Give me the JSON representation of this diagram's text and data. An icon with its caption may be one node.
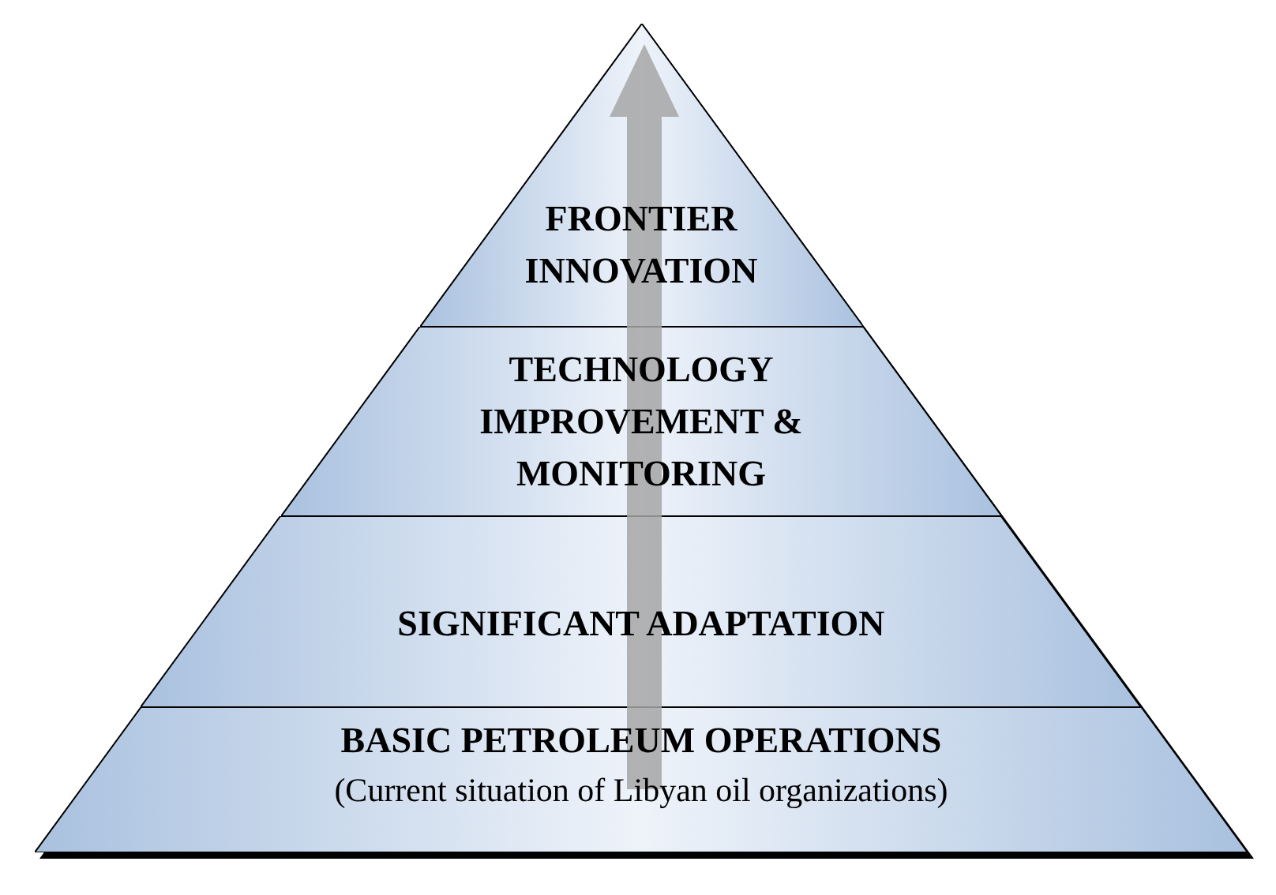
{
  "diagram": {
    "nodes": [
      {
        "text": [
          "FRONTIER INNOVATION"
        ]
      },
      {
        "text": [
          "TECHNOLOGY IMPROVEMENT & MONITORING"
        ]
      },
      {
        "text": [
          "SIGNIFICANT ADAPTATION"
        ]
      },
      {
        "text": [
          "BASIC PETROLEUM OPERATIONS",
          "(Current situation of Libyan oil organizations)"
        ]
      }
    ]
  }
}
